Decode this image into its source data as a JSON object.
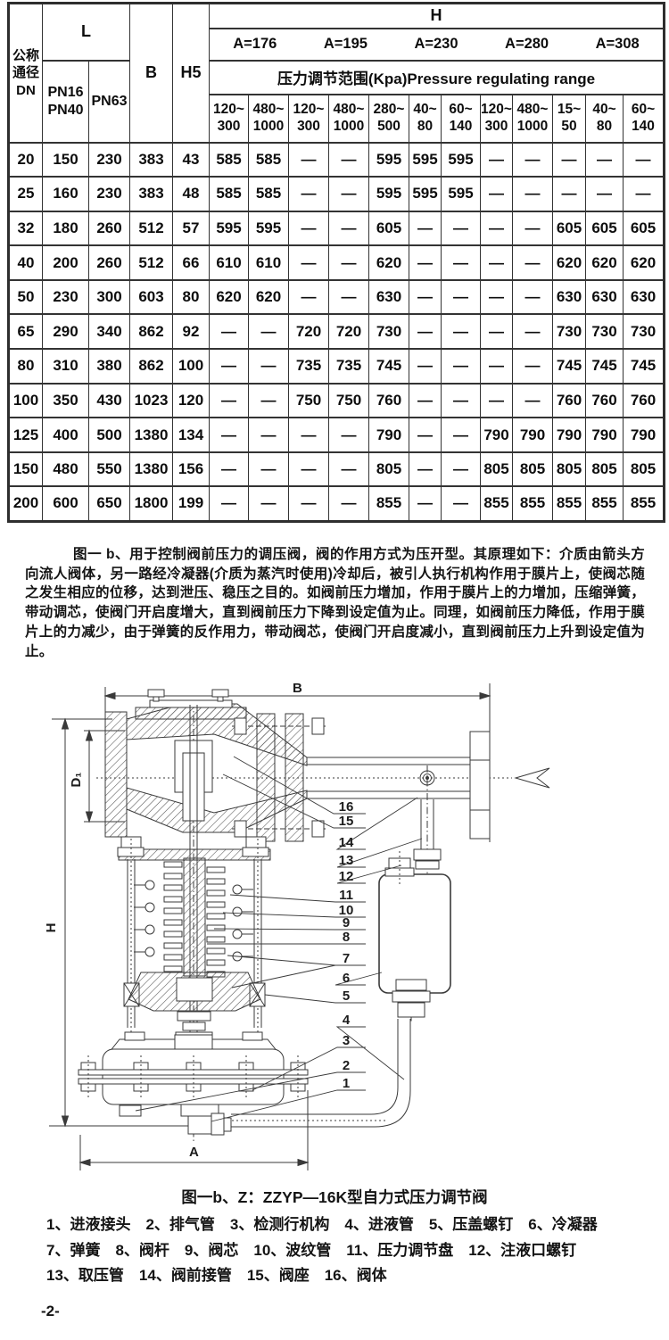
{
  "page": {
    "number": "-2-"
  },
  "table": {
    "header": {
      "dn": "公称\n通径\nDN",
      "l": "L",
      "pn16_40": "PN16\nPN40",
      "pn63": "PN63",
      "b": "B",
      "h5": "H5",
      "h": "H",
      "a_values": [
        "A=176",
        "A=195",
        "A=230",
        "A=280",
        "A=308"
      ],
      "range_title": "压力调节范围(Kpa)Pressure regulating range",
      "ranges": [
        "120~\n300",
        "480~\n1000",
        "120~\n300",
        "480~\n1000",
        "280~\n500",
        "40~\n80",
        "60~\n140",
        "120~\n300",
        "480~\n1000",
        "15~\n50",
        "40~\n80",
        "60~\n140"
      ]
    },
    "rows": [
      [
        "20",
        "150",
        "230",
        "383",
        "43",
        "585",
        "585",
        "—",
        "—",
        "595",
        "595",
        "595",
        "—",
        "—",
        "—",
        "—",
        "—"
      ],
      [
        "25",
        "160",
        "230",
        "383",
        "48",
        "585",
        "585",
        "—",
        "—",
        "595",
        "595",
        "595",
        "—",
        "—",
        "—",
        "—",
        "—"
      ],
      [
        "32",
        "180",
        "260",
        "512",
        "57",
        "595",
        "595",
        "—",
        "—",
        "605",
        "—",
        "—",
        "—",
        "—",
        "605",
        "605",
        "605"
      ],
      [
        "40",
        "200",
        "260",
        "512",
        "66",
        "610",
        "610",
        "—",
        "—",
        "620",
        "—",
        "—",
        "—",
        "—",
        "620",
        "620",
        "620"
      ],
      [
        "50",
        "230",
        "300",
        "603",
        "80",
        "620",
        "620",
        "—",
        "—",
        "630",
        "—",
        "—",
        "—",
        "—",
        "630",
        "630",
        "630"
      ],
      [
        "65",
        "290",
        "340",
        "862",
        "92",
        "—",
        "—",
        "720",
        "720",
        "730",
        "—",
        "—",
        "—",
        "—",
        "730",
        "730",
        "730"
      ],
      [
        "80",
        "310",
        "380",
        "862",
        "100",
        "—",
        "—",
        "735",
        "735",
        "745",
        "—",
        "—",
        "—",
        "—",
        "745",
        "745",
        "745"
      ],
      [
        "100",
        "350",
        "430",
        "1023",
        "120",
        "—",
        "—",
        "750",
        "750",
        "760",
        "—",
        "—",
        "—",
        "—",
        "760",
        "760",
        "760"
      ],
      [
        "125",
        "400",
        "500",
        "1380",
        "134",
        "—",
        "—",
        "—",
        "—",
        "790",
        "—",
        "—",
        "790",
        "790",
        "790",
        "790",
        "790"
      ],
      [
        "150",
        "480",
        "550",
        "1380",
        "156",
        "—",
        "—",
        "—",
        "—",
        "805",
        "—",
        "—",
        "805",
        "805",
        "805",
        "805",
        "805"
      ],
      [
        "200",
        "600",
        "650",
        "1800",
        "199",
        "—",
        "—",
        "—",
        "—",
        "855",
        "—",
        "—",
        "855",
        "855",
        "855",
        "855",
        "855"
      ]
    ]
  },
  "description": "图一 b、用于控制阀前压力的调压阀，阀的作用方式为压开型。其原理如下：介质由箭头方向流人阀体，另一路经冷凝器(介质为蒸汽时使用)冷却后，被引人执行机构作用于膜片上，使阀芯随之发生相应的位移，达到泄压、稳压之目的。如阀前压力增加，作用于膜片上的力增加，压缩弹簧，带动调芯，使阀门开启度增大，直到阀前压力下降到设定值为止。同理，如阀前压力降低，作用于膜片上的力减少，由于弹簧的反作用力，带动阀芯，使阀门开启度减小，直到阀前压力上升到设定值为止。",
  "diagram": {
    "dim_b": "B",
    "dim_h": "H",
    "dim_d1": "D₁",
    "dim_a": "A",
    "callouts": [
      "16",
      "15",
      "14",
      "13",
      "12",
      "11",
      "10",
      "9",
      "8",
      "7",
      "6",
      "5",
      "4",
      "3",
      "2",
      "1"
    ]
  },
  "figure": {
    "caption": "图一b、Z：ZZYP—16K型自力式压力调节阀",
    "parts_lines": [
      "1、进液接头　2、排气管　3、检测行机构　4、进液管　5、压盖螺钉　6、冷凝器",
      "7、弹簧　8、阀杆　9、阀芯　10、波纹管　11、压力调节盘　12、注液口螺钉",
      "13、取压管　14、阀前接管　15、阀座　16、阀体"
    ]
  }
}
